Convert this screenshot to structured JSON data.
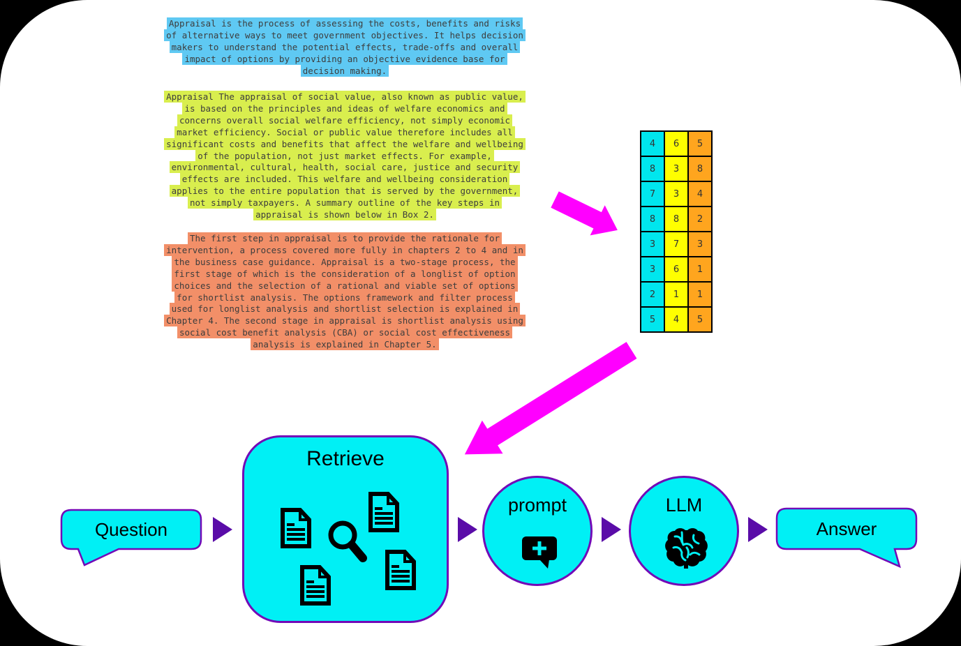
{
  "canvas": {
    "background": "#000000",
    "surface": "#FFFFFF"
  },
  "highlight_blocks": [
    {
      "name": "appraisal-definition",
      "highlight_color": "#5FC9F3",
      "lines": [
        "Appraisal is the process of assessing the costs, benefits and risks",
        "of alternative ways to meet government objectives. It helps decision",
        "makers to understand the potential effects, trade-offs and overall",
        "impact of options by providing an objective evidence base for",
        "decision making."
      ]
    },
    {
      "name": "social-value-paragraph",
      "highlight_color": "#D9EE4E",
      "lines": [
        "Appraisal The appraisal of social value, also known as public value,",
        "is based on the principles and ideas of welfare economics and",
        "concerns overall social welfare efficiency, not simply economic",
        "market efficiency. Social or public value therefore includes all",
        "significant costs and benefits that affect the welfare and wellbeing",
        "of the population, not just market effects. For example,",
        "environmental, cultural, health, social care, justice and security",
        "effects are included. This welfare and wellbeing consideration",
        "applies to the entire population that is served by the government,",
        "not simply taxpayers. A summary outline of the key steps in",
        "appraisal is shown below in Box 2."
      ]
    },
    {
      "name": "appraisal-stages-paragraph",
      "highlight_color": "#F28F68",
      "lines": [
        "The first step in appraisal is to provide the rationale for",
        "intervention, a process covered more fully in chapters 2 to 4 and in",
        "the business case guidance. Appraisal is a two-stage process, the",
        "first stage of which is the consideration of a longlist of option",
        "choices and the selection of a rational and viable set of options",
        "for shortlist analysis. The options framework and filter process",
        "used for longlist analysis and shortlist selection is explained in",
        "Chapter 4. The second stage in appraisal is shortlist analysis using",
        "social cost benefit analysis (CBA) or social cost effectiveness",
        "analysis is explained in Chapter 5."
      ]
    }
  ],
  "embedding_table": {
    "column_colors": [
      "#00E6EE",
      "#FFFF00",
      "#FFA51E"
    ],
    "rows": [
      [
        4,
        6,
        5
      ],
      [
        8,
        3,
        8
      ],
      [
        7,
        3,
        4
      ],
      [
        8,
        8,
        2
      ],
      [
        3,
        7,
        3
      ],
      [
        3,
        6,
        1
      ],
      [
        2,
        1,
        1
      ],
      [
        5,
        4,
        5
      ]
    ]
  },
  "arrows": {
    "color": "#FF00FF"
  },
  "flow": {
    "fill": "#00F0F5",
    "border": "#7209B7",
    "connector": "#5A0CA8",
    "question_label": "Question",
    "retrieve_label": "Retrieve",
    "prompt_label": "prompt",
    "llm_label": "LLM",
    "answer_label": "Answer"
  }
}
